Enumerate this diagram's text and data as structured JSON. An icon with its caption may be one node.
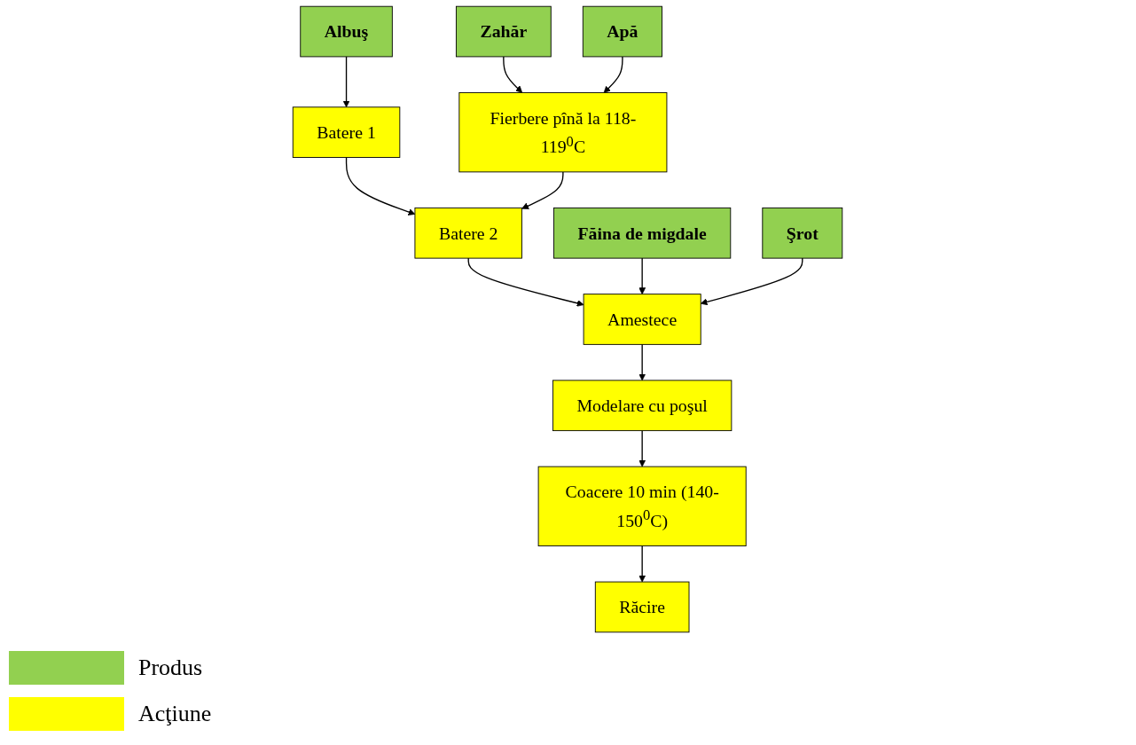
{
  "diagram": {
    "nodes": [
      {
        "text": [
          "Făina de migdale"
        ]
      },
      {
        "text": [
          "Şrot"
        ]
      },
      {
        "text": [
          "Albuş"
        ]
      },
      {
        "text": [
          "Zahăr"
        ]
      },
      {
        "text": [
          "Apă"
        ]
      },
      {
        "text": [
          "Batere 1"
        ]
      },
      {
        "text": [
          "Fierbere pînă la 118-119$^{0}$C"
        ]
      },
      {
        "text": [
          "Batere 2"
        ]
      },
      {
        "text": [
          "Amestece"
        ]
      },
      {
        "text": [
          "Modelare cu poşul"
        ]
      },
      {
        "text": [
          "Coacere 10 min (140-150$^{0}$C)"
        ]
      },
      {
        "text": [
          "Răcire"
        ]
      }
    ],
    "edges": [
      {
        "from": 2,
        "to": 5,
        "arrow": "to"
      },
      {
        "from": 5,
        "to": 7,
        "arrow": "to"
      },
      {
        "from": 3,
        "to": 6,
        "arrow": "to"
      },
      {
        "from": 4,
        "to": 6,
        "arrow": "to"
      },
      {
        "from": 6,
        "to": 7,
        "arrow": "to"
      },
      {
        "from": 7,
        "to": 8,
        "arrow": "to"
      },
      {
        "from": 0,
        "to": 8,
        "arrow": "to"
      },
      {
        "from": 1,
        "to": 8,
        "arrow": "to"
      },
      {
        "from": 8,
        "to": 9,
        "arrow": "to"
      },
      {
        "from": 9,
        "to": 10,
        "arrow": "to"
      },
      {
        "from": 10,
        "to": 11,
        "arrow": "to"
      }
    ],
    "legend": [
      {
        "text": "Produs",
        "color": "#92d050"
      },
      {
        "text": "Acţiune",
        "color": "#ffff00"
      }
    ]
  }
}
